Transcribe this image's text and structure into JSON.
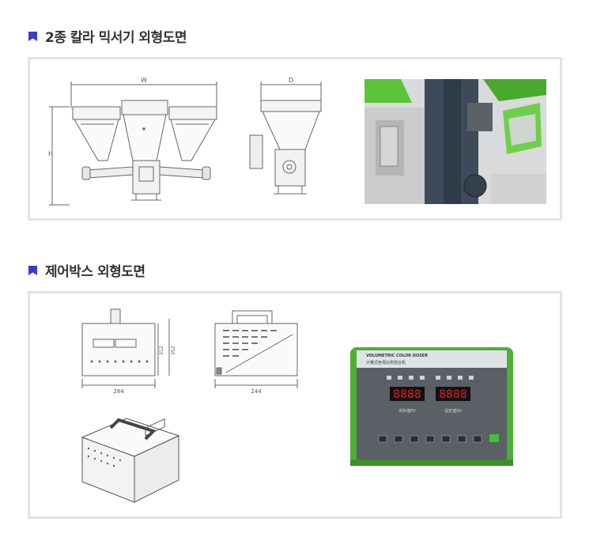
{
  "sections": [
    {
      "title": "2종 칼라 믹서기 외형도면",
      "dimension_labels": {
        "width": "W",
        "depth": "D",
        "height": "H"
      }
    },
    {
      "title": "제어박스 외형도면",
      "dimension_labels": {
        "front_width": "284",
        "height_a": "312",
        "height_b": "352",
        "side_width": "244"
      },
      "device": {
        "title": "VOLUMETRIC COLOR DOSER",
        "subtitle": "计量式色母比例混合机",
        "display_left": "8888",
        "display_right": "8888",
        "label_left": "实际值PV",
        "label_right": "设定值SV"
      }
    }
  ],
  "colors": {
    "accent": "#3b3bd1",
    "panel_border": "#e3e3e3",
    "machine_green": "#5cc43a",
    "display_red": "#e02020"
  }
}
